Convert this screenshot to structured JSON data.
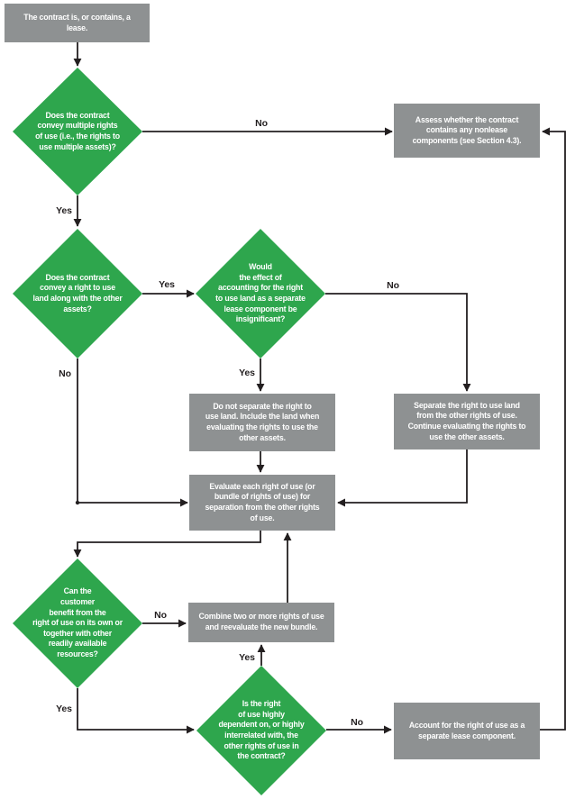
{
  "colors": {
    "shape_green": "#2EA64D",
    "shape_gray": "#8E9192",
    "line": "#231F20",
    "shape_text": "#FFFFFF",
    "background": "#FFFFFF"
  },
  "nodes": {
    "start": {
      "text": "The contract is, or contains, a\nlease."
    },
    "q_multiple_rights": {
      "text": "Does the contract\nconvey multiple rights\nof use (i.e., the rights to\nuse multiple assets)?"
    },
    "assess_nonlease": {
      "text": "Assess whether the contract\ncontains any nonlease\ncomponents (see Section 4.3)."
    },
    "q_land": {
      "text": "Does the contract\nconvey a right to use\nland along with the other\nassets?"
    },
    "q_land_insignificant": {
      "text": "Would\nthe effect of\naccounting for the right\nto use land as a separate\nlease component be\ninsignificant?"
    },
    "do_not_separate_land": {
      "text": "Do not separate the right to\nuse land. Include the land when\nevaluating the rights to use the\nother assets."
    },
    "separate_land": {
      "text": "Separate the right to use land\nfrom the other rights of use.\nContinue evaluating the rights to\nuse the other assets."
    },
    "evaluate_each_right": {
      "text": "Evaluate each right of use (or\nbundle of rights of use) for\nseparation from the other rights\nof use."
    },
    "q_customer_benefit": {
      "text": "Can the\ncustomer\nbenefit from the\nright of use on its own or\ntogether with other\nreadily available\nresources?"
    },
    "combine_rights": {
      "text": "Combine two or more rights of use\nand reevaluate the new bundle."
    },
    "q_highly_dependent": {
      "text": "Is the right\nof use highly\ndependent on, or highly\ninterrelated with, the\nother rights of use in\nthe contract?"
    },
    "account_separate": {
      "text": "Account for the right of use as a\nseparate lease component."
    }
  },
  "labels": {
    "multiple_rights_no": "No",
    "multiple_rights_yes": "Yes",
    "land_yes": "Yes",
    "land_no": "No",
    "insignificant_yes": "Yes",
    "insignificant_no": "No",
    "customer_benefit_no": "No",
    "customer_benefit_yes": "Yes",
    "highly_dependent_yes": "Yes",
    "highly_dependent_no": "No"
  }
}
